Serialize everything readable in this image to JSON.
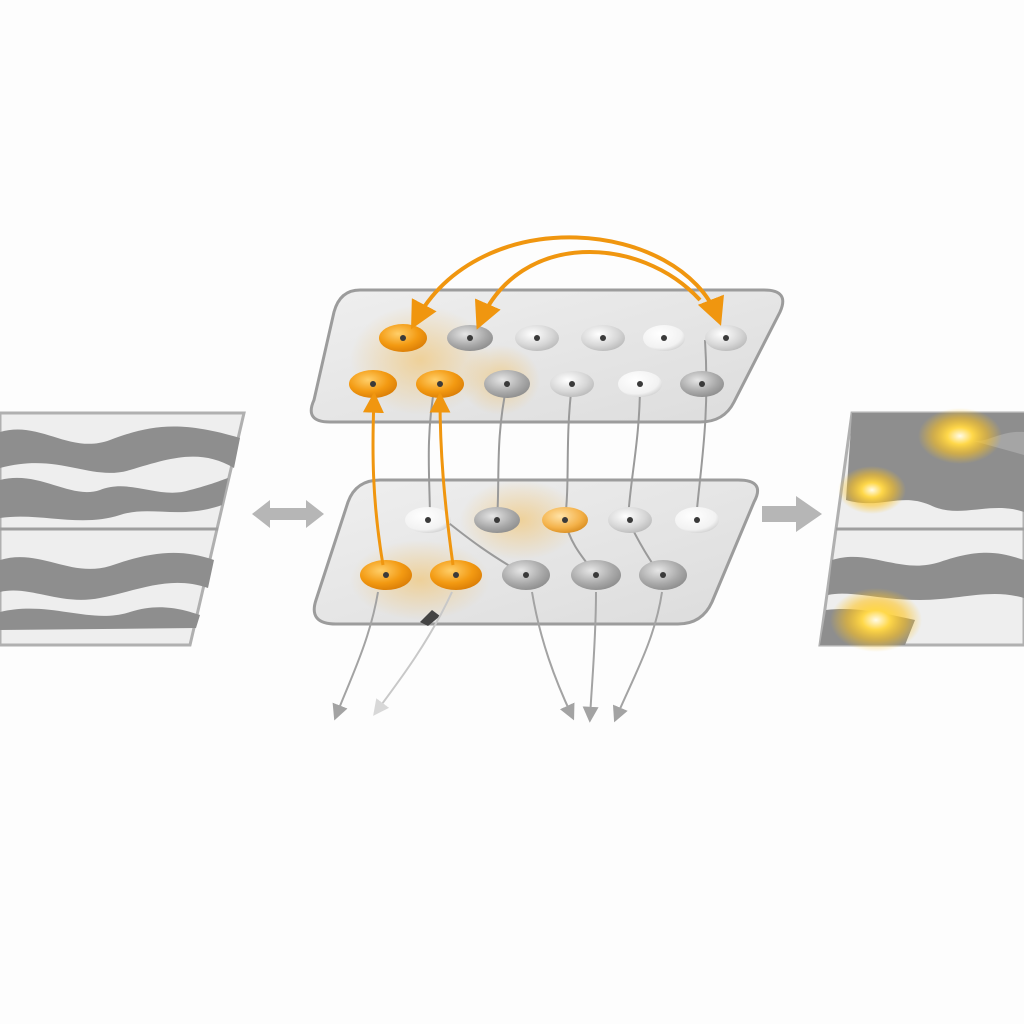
{
  "title": "",
  "colors": {
    "background": "#fdfdfd",
    "accent": "#f0960f",
    "accent_light": "#f7b53a",
    "node_gray": "#b4b4b4",
    "node_light": "#e9e9e9",
    "node_white": "#f7f7f7",
    "panel_fill": "#e7e7e7",
    "panel_stroke": "#9c9c9c",
    "wave": "#8e8e8e",
    "connector": "#9a9a9a",
    "glow": "#ffc21a"
  },
  "icons": {
    "input_arrow": "double-arrow-icon",
    "output_arrow": "right-arrow-icon"
  },
  "panels": {
    "input_map": {
      "name": "input-map",
      "highlight_spots": 0
    },
    "top_layer": {
      "rows": [
        [
          "orange",
          "gray",
          "light",
          "light",
          "white",
          "light"
        ],
        [
          "orange",
          "orange",
          "gray",
          "light",
          "white",
          "gray"
        ]
      ]
    },
    "bottom_layer": {
      "rows": [
        [
          "white",
          "gray",
          "orange-light",
          "light",
          "white"
        ],
        [
          "orange",
          "orange",
          "gray",
          "gray",
          "gray"
        ]
      ]
    },
    "output_map": {
      "name": "output-map",
      "highlight_spots": 3
    }
  },
  "connections": {
    "long_range_arcs": 2,
    "inter_layer_links": 6,
    "outgoing_arrows": 5
  }
}
